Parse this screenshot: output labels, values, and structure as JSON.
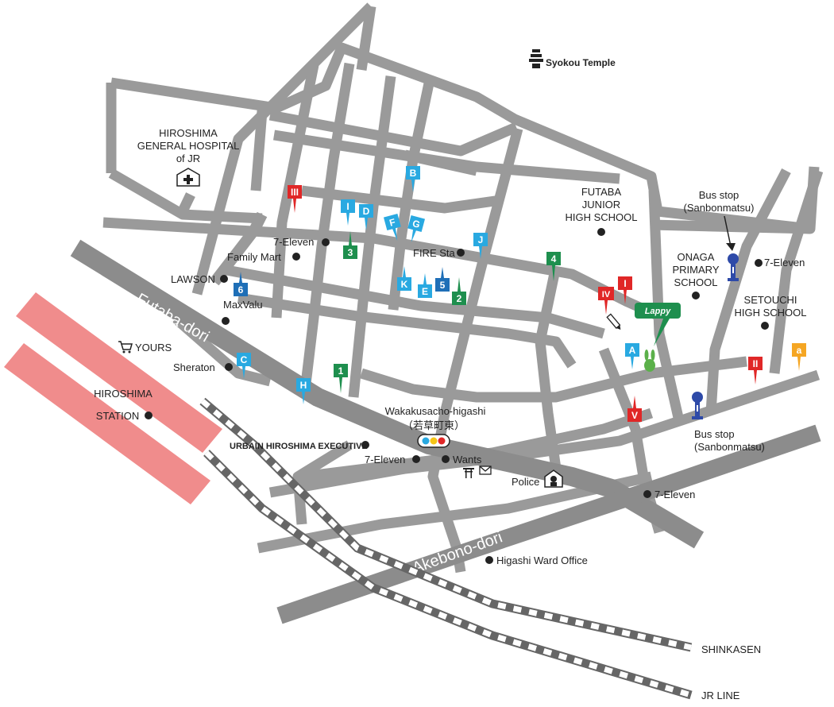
{
  "colors": {
    "road": "#9a9a9a",
    "major_road": "#8c8c8c",
    "station": "#f08c8c",
    "pin_cyan": "#29a9e1",
    "pin_green": "#1e8f4e",
    "pin_blue": "#1f6fb7",
    "pin_red": "#e02727",
    "pin_orange": "#f5a623",
    "bus_stop": "#2e4aa8",
    "text": "#222222"
  },
  "roads": {
    "futaba": "Futaba-dori",
    "akebono": "Akebono-dori"
  },
  "rail": {
    "shinkansen": "SHINKASEN",
    "jr": "JR LINE"
  },
  "landmarks": {
    "temple": "Syokou Temple",
    "hospital": [
      "HIROSHIMA",
      "GENERAL HOSPITAL",
      "of JR"
    ],
    "futaba_school": [
      "FUTABA",
      "JUNIOR",
      "HIGH SCHOOL"
    ],
    "onaga_school": [
      "ONAGA",
      "PRIMARY",
      "SCHOOL"
    ],
    "setouchi_school": [
      "SETOUCHI",
      "HIGH SCHOOL"
    ],
    "station": [
      "HIROSHIMA",
      "STATION"
    ],
    "bus_stop_top": [
      "Bus stop",
      "(Sanbonmatsu)"
    ],
    "bus_stop_bottom": [
      "Bus stop",
      "(Sanbonmatsu)"
    ],
    "crossing": "Wakakusacho-higashi",
    "crossing_jp": "（若草町東）"
  },
  "places": {
    "seven_eleven_1": "7-Eleven",
    "family_mart": "Family Mart",
    "lawson": "LAWSON",
    "maxvalu": "MaxValu",
    "yours": "YOURS",
    "sheraton": "Sheraton",
    "fire_sta": "FIRE Sta",
    "seven_eleven_2": "7-Eleven",
    "urbain": "URBAIN HIROSHIMA EXECUTIVE",
    "seven_eleven_3": "7-Eleven",
    "wants": "Wants",
    "police": "Police",
    "seven_eleven_4": "7-Eleven",
    "higashi_office": "Higashi Ward Office"
  },
  "pins": {
    "B": "B",
    "I": "I",
    "D": "D",
    "F": "F",
    "G": "G",
    "J": "J",
    "K": "K",
    "E": "E",
    "C": "C",
    "H": "H",
    "A": "A",
    "n1": "1",
    "n2": "2",
    "n3": "3",
    "n4": "4",
    "n5": "5",
    "n6": "6",
    "r1": "I",
    "r2": "II",
    "r3": "III",
    "r4": "IV",
    "r5": "V",
    "a": "a"
  },
  "lappy": "Lappy"
}
